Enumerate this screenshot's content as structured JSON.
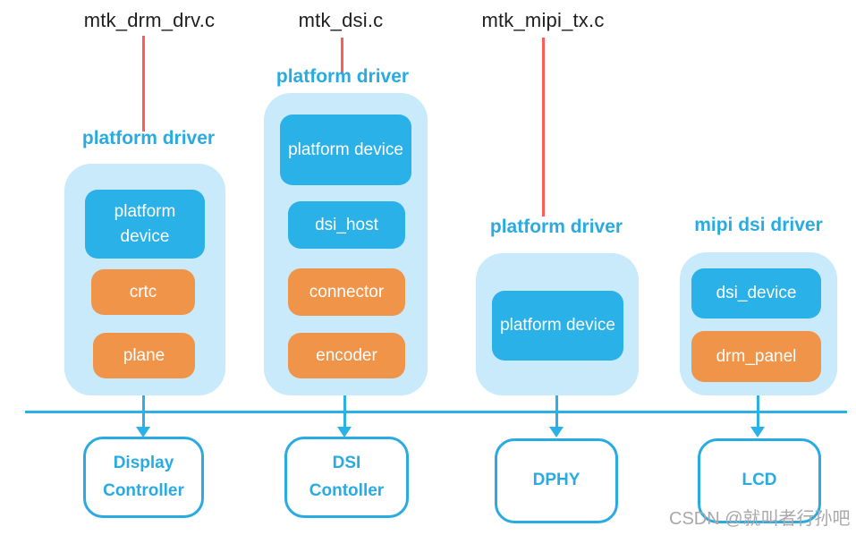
{
  "colors": {
    "accent_cyan": "#29abe2",
    "blue_box_fill": "#29b1e8",
    "orange_box_fill": "#f0944a",
    "container_fill": "#c8eafa",
    "red_line": "#fb5c5c",
    "file_label_text": "#1f1f1f",
    "watermark_gray": "#a8a8a8"
  },
  "file_labels": [
    {
      "text": "mtk_drm_drv.c"
    },
    {
      "text": "mtk_dsi.c"
    },
    {
      "text": "mtk_mipi_tx.c"
    }
  ],
  "groups": [
    {
      "label": "platform driver",
      "boxes": [
        {
          "text": "platform device",
          "type": "blue"
        },
        {
          "text": "crtc",
          "type": "orange"
        },
        {
          "text": "plane",
          "type": "orange"
        }
      ]
    },
    {
      "label": "platform driver",
      "boxes": [
        {
          "text": "platform device",
          "type": "blue"
        },
        {
          "text": "dsi_host",
          "type": "blue"
        },
        {
          "text": "connector",
          "type": "orange"
        },
        {
          "text": "encoder",
          "type": "orange"
        }
      ]
    },
    {
      "label": "platform driver",
      "boxes": [
        {
          "text": "platform device",
          "type": "blue"
        }
      ]
    },
    {
      "label": "mipi dsi driver",
      "boxes": [
        {
          "text": "dsi_device",
          "type": "blue"
        },
        {
          "text": "drm_panel",
          "type": "orange"
        }
      ]
    }
  ],
  "hardware_boxes": [
    {
      "text": "Display Controller"
    },
    {
      "text": "DSI Contoller"
    },
    {
      "text": "DPHY"
    },
    {
      "text": "LCD"
    }
  ],
  "watermark": "CSDN @就叫者行孙吧"
}
